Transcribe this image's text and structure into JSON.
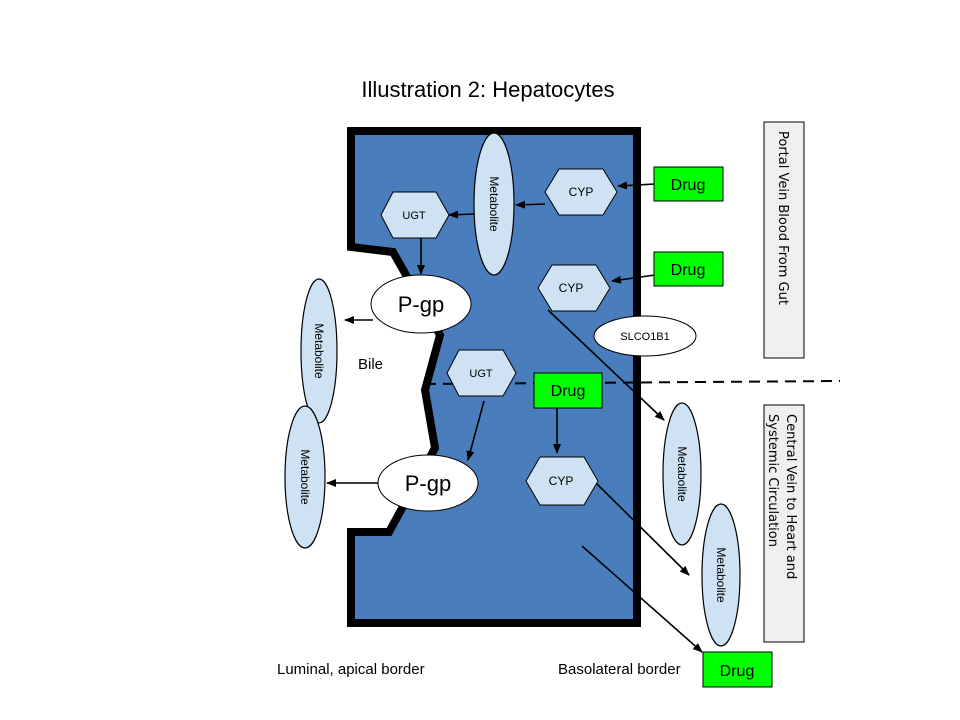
{
  "title": "Illustration 2: Hepatocytes",
  "transporters": {
    "pgp_top": "P-gp",
    "pgp_bottom": "P-gp",
    "slco": "SLCO1B1"
  },
  "enzymes": {
    "cyp_top": "CYP",
    "cyp_mid": "CYP",
    "cyp_low": "CYP",
    "ugt_top": "UGT",
    "ugt_mid": "UGT"
  },
  "metabolites": {
    "inside": "Metabolite",
    "bile_top": "Metabolite",
    "bile_bottom": "Metabolite",
    "right_top": "Metabolite",
    "right_bottom": "Metabolite"
  },
  "drugs": {
    "top": "Drug",
    "second": "Drug",
    "inside": "Drug",
    "bottom": "Drug"
  },
  "labels": {
    "bile": "Bile",
    "luminal": "Luminal, apical border",
    "basolateral": "Basolateral border"
  },
  "side_boxes": {
    "portal": "Portal Vein Blood From Gut",
    "central_line1": "Central Vein to Heart and",
    "central_line2": "Systemic Circulation"
  },
  "colors": {
    "cell_fill": "#4a7dbb",
    "enzyme_fill": "#cfe2f3",
    "drug_fill": "#00ff00",
    "side_box_fill": "#efefef"
  }
}
